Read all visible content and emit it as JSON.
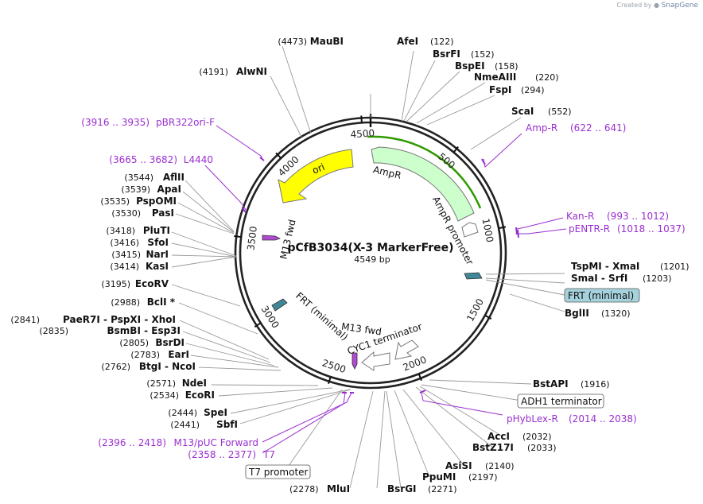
{
  "credit": {
    "prefix": "Created by",
    "brand": "SnapGene"
  },
  "plasmid": {
    "name": "pCfB3034(X-3 MarkerFree)",
    "length": "4549 bp",
    "total_bp": 4549
  },
  "ticks": [
    "500",
    "1000",
    "1500",
    "2000",
    "2500",
    "3000",
    "3500",
    "4000",
    "4500"
  ],
  "features": [
    {
      "name": "AmpR",
      "label": "AmpR",
      "color": "#ccffcc",
      "selected_outline": "#1a7a00"
    },
    {
      "name": "AmpR promoter",
      "label": "AmpR promoter",
      "color": "#ffffff"
    },
    {
      "name": "ori",
      "label": "ori",
      "color": "#ffff00"
    },
    {
      "name": "FRT (minimal)",
      "label": "FRT (minimal)",
      "color": "#3f8797"
    },
    {
      "name": "FRT (minimal) 2",
      "label": "FRT (minimal)",
      "color": "#3f8797"
    },
    {
      "name": "M13 fwd",
      "label": "M13 fwd",
      "color": "#b04ad0"
    },
    {
      "name": "M13 fwd 2",
      "label": "M13 fwd",
      "color": "#b04ad0"
    },
    {
      "name": "CYC1 terminator",
      "label": "CYC1 terminator",
      "color": "#ffffff"
    }
  ],
  "boxed_labels": {
    "frt": "FRT (minimal)",
    "adh1": "ADH1 terminator",
    "t7promoter": "T7 promoter"
  },
  "sites_right": [
    {
      "name": "AfeI",
      "pos": "(122)"
    },
    {
      "name": "BsrFI",
      "pos": "(152)"
    },
    {
      "name": "BspEI",
      "pos": "(158)"
    },
    {
      "name": "NmeAIII",
      "pos": "(220)"
    },
    {
      "name": "FspI",
      "pos": "(294)"
    },
    {
      "name": "ScaI",
      "pos": "(552)"
    },
    {
      "name": "TspMI - XmaI",
      "pos": "(1201)"
    },
    {
      "name": "SmaI - SrfI",
      "pos": "(1203)"
    },
    {
      "name": "BglII",
      "pos": "(1320)"
    },
    {
      "name": "BstAPI",
      "pos": "(1916)"
    },
    {
      "name": "AccI",
      "pos": "(2032)"
    },
    {
      "name": "BstZ17I",
      "pos": "(2033)"
    },
    {
      "name": "AsiSI",
      "pos": "(2140)"
    },
    {
      "name": "PpuMI",
      "pos": "(2197)"
    },
    {
      "name": "BsrGI",
      "pos": "(2271)"
    },
    {
      "name": "MluI",
      "pos": "(2278)"
    }
  ],
  "sites_left": [
    {
      "name": "MauBI",
      "pos": "(4473)"
    },
    {
      "name": "AlwNI",
      "pos": "(4191)"
    },
    {
      "name": "AflII",
      "pos": "(3544)"
    },
    {
      "name": "ApaI",
      "pos": "(3539)"
    },
    {
      "name": "PspOMI",
      "pos": "(3535)"
    },
    {
      "name": "PasI",
      "pos": "(3530)"
    },
    {
      "name": "PluTI",
      "pos": "(3418)"
    },
    {
      "name": "SfoI",
      "pos": "(3416)"
    },
    {
      "name": "NarI",
      "pos": "(3415)"
    },
    {
      "name": "KasI",
      "pos": "(3414)"
    },
    {
      "name": "EcoRV",
      "pos": "(3195)"
    },
    {
      "name": "BclI *",
      "pos": "(2988)"
    },
    {
      "name": "PaeR7I - PspXI - XhoI",
      "pos": "(2841)"
    },
    {
      "name": "BsmBI - Esp3I",
      "pos": "(2835)"
    },
    {
      "name": "BsrDI",
      "pos": "(2805)"
    },
    {
      "name": "EarI",
      "pos": "(2783)"
    },
    {
      "name": "BtgI - NcoI",
      "pos": "(2762)"
    },
    {
      "name": "NdeI",
      "pos": "(2571)"
    },
    {
      "name": "EcoRI",
      "pos": "(2534)"
    },
    {
      "name": "SpeI",
      "pos": "(2444)"
    },
    {
      "name": "SbfI",
      "pos": "(2441)"
    }
  ],
  "primers": [
    {
      "name": "Amp-R",
      "range": "(622 .. 641)"
    },
    {
      "name": "Kan-R",
      "range": "(993 .. 1012)"
    },
    {
      "name": "pENTR-R",
      "range": "(1018 .. 1037)"
    },
    {
      "name": "pHybLex-R",
      "range": "(2014 .. 2038)"
    },
    {
      "name": "M13/pUC Forward",
      "range": "(2396 .. 2418)"
    },
    {
      "name": "T7",
      "range": "(2358 .. 2377)"
    },
    {
      "name": "L4440",
      "range": "(3665 .. 3682)"
    },
    {
      "name": "pBR322ori-F",
      "range": "(3916 .. 3935)"
    }
  ]
}
